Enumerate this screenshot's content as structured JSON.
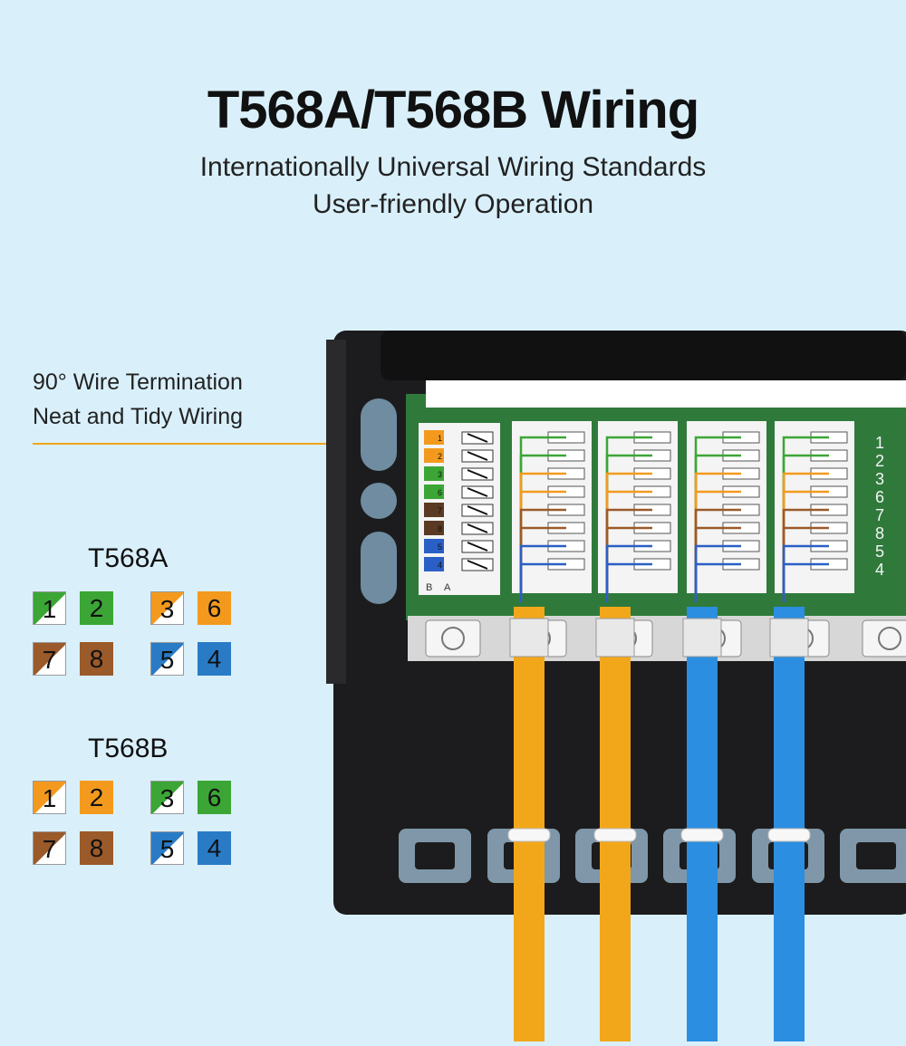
{
  "title": "T568A/T568B Wiring",
  "subtitle_lines": [
    "Internationally Universal Wiring Standards",
    "User-friendly Operation"
  ],
  "features": [
    "90° Wire Termination",
    "Neat and Tidy Wiring"
  ],
  "t568a": {
    "label": "T568A",
    "pairs": [
      [
        {
          "n": "1",
          "color": "#3ba635",
          "striped": true
        },
        {
          "n": "2",
          "color": "#3ba635",
          "striped": false
        },
        {
          "n": "3",
          "color": "#f39a1e",
          "striped": true
        },
        {
          "n": "6",
          "color": "#f39a1e",
          "striped": false
        }
      ],
      [
        {
          "n": "7",
          "color": "#9b5a2a",
          "striped": true
        },
        {
          "n": "8",
          "color": "#9b5a2a",
          "striped": false
        },
        {
          "n": "5",
          "color": "#2a7bc6",
          "striped": true
        },
        {
          "n": "4",
          "color": "#2a7bc6",
          "striped": false
        }
      ]
    ]
  },
  "t568b": {
    "label": "T568B",
    "pairs": [
      [
        {
          "n": "1",
          "color": "#f39a1e",
          "striped": true
        },
        {
          "n": "2",
          "color": "#f39a1e",
          "striped": false
        },
        {
          "n": "3",
          "color": "#3ba635",
          "striped": true
        },
        {
          "n": "6",
          "color": "#3ba635",
          "striped": false
        }
      ],
      [
        {
          "n": "7",
          "color": "#9b5a2a",
          "striped": true
        },
        {
          "n": "8",
          "color": "#9b5a2a",
          "striped": false
        },
        {
          "n": "5",
          "color": "#2a7bc6",
          "striped": true
        },
        {
          "n": "4",
          "color": "#2a7bc6",
          "striped": false
        }
      ]
    ]
  },
  "panel": {
    "legend_left_numbers": [
      "1",
      "2",
      "3",
      "6",
      "7",
      "8",
      "5",
      "4"
    ],
    "legend_footer": [
      "B",
      "A"
    ],
    "port_numbers": [
      "1",
      "2",
      "3",
      "6",
      "7",
      "8",
      "5",
      "4"
    ],
    "cable_colors": [
      "#f2a71a",
      "#f2a71a",
      "#2b8ee0",
      "#2b8ee0"
    ]
  }
}
